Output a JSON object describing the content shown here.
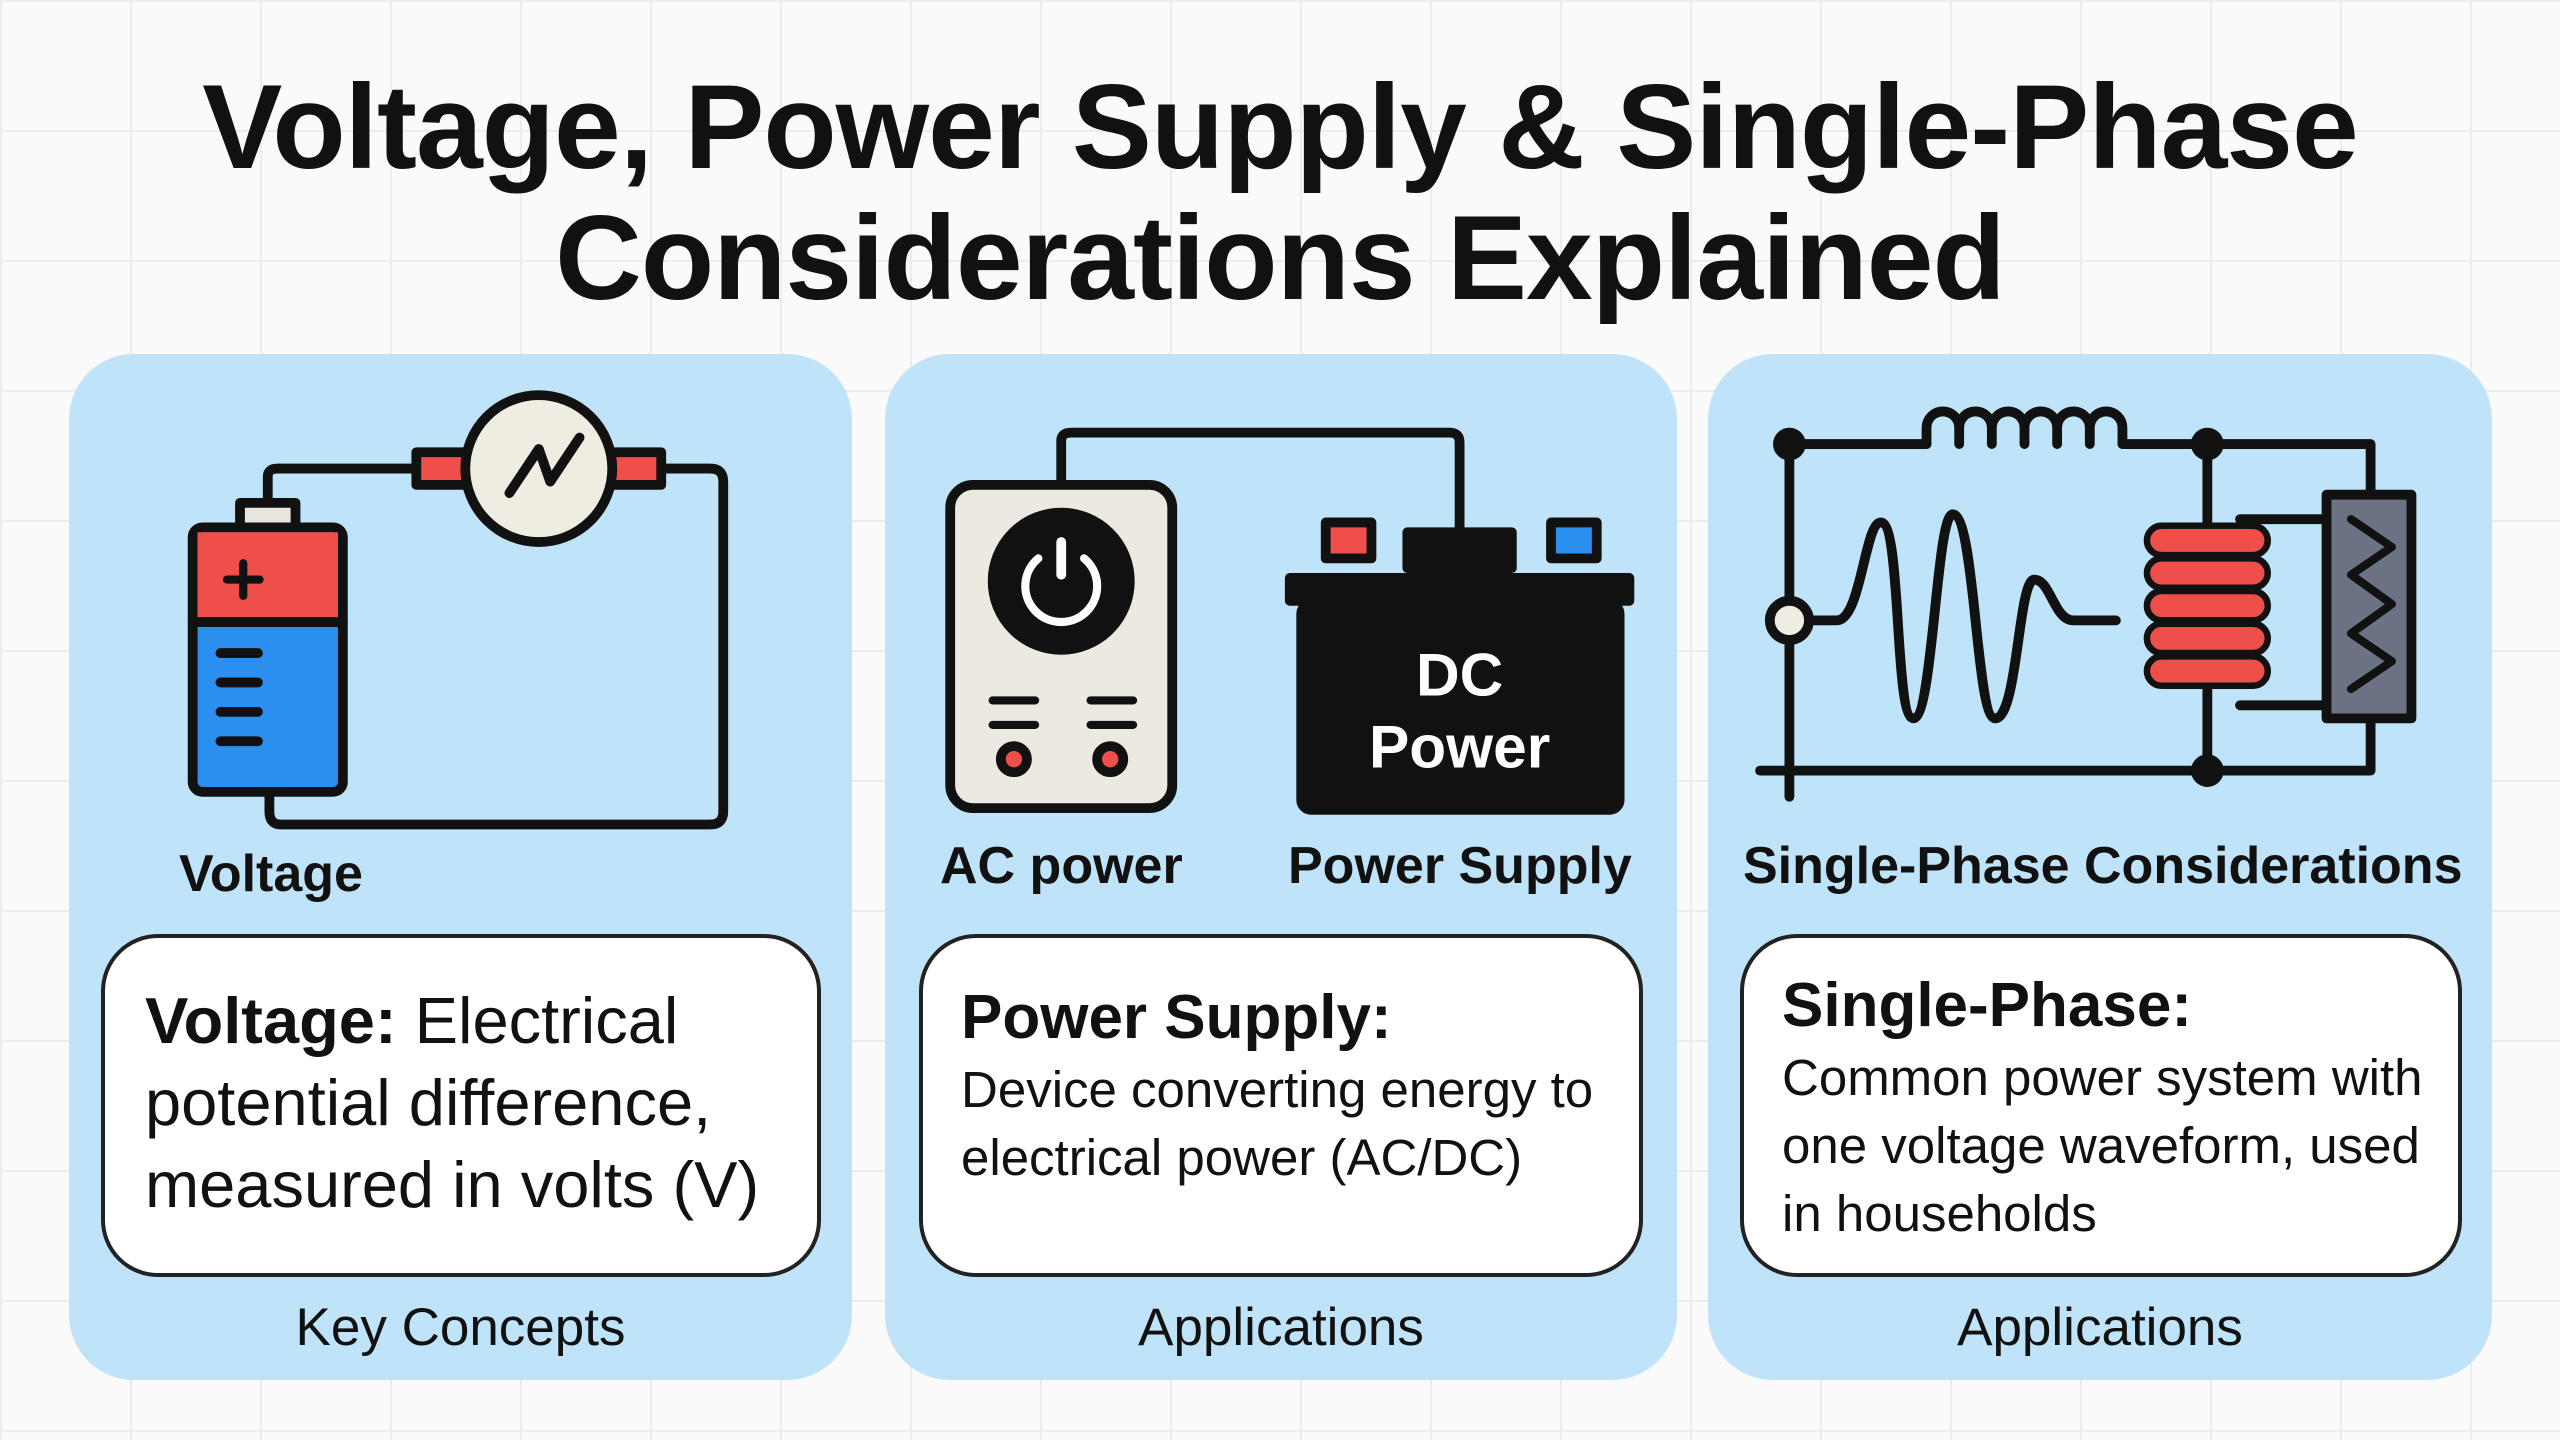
{
  "title": {
    "line1": "Voltage, Power Supply & Single-Phase",
    "line2": "Considerations Explained"
  },
  "panels": [
    {
      "label": "Voltage",
      "heading": "Voltage:",
      "text_inline": " Electrical potential difference, measured in volts (V)",
      "caption": "Key Concepts"
    },
    {
      "label_left": "AC power",
      "label_right": "Power Supply",
      "dc_line1": "DC",
      "dc_line2": "Power",
      "heading": "Power Supply:",
      "text": "Device converting energy to electrical power (AC/DC)",
      "caption": "Applications"
    },
    {
      "label": "Single-Phase Considerations",
      "heading": "Single-Phase:",
      "text": "Common power system with one voltage waveform, used in households",
      "caption": "Applications"
    }
  ],
  "colors": {
    "panel": "#bfe3f8",
    "red": "#ef4f4a",
    "blue": "#2b8ff0"
  }
}
